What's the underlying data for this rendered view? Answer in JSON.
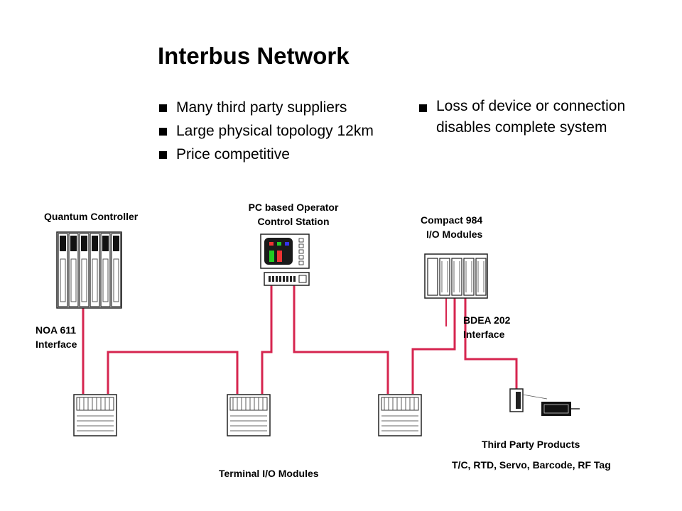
{
  "title": "Interbus Network",
  "bullets_left": [
    "Many third party suppliers",
    "Large physical topology 12km",
    "Price competitive"
  ],
  "bullets_right": [
    "Loss of device or connection disables complete system"
  ],
  "labels": {
    "quantum_controller": "Quantum Controller",
    "pc_station_line1": "PC based Operator",
    "pc_station_line2": "Control Station",
    "compact_line1": "Compact 984",
    "compact_line2": "I/O Modules",
    "noa_line1": "NOA 611",
    "noa_line2": "Interface",
    "bdea_line1": "BDEA 202",
    "bdea_line2": "Interface",
    "third_party": "Third Party Products",
    "third_party_types": "T/C, RTD, Servo, Barcode, RF Tag",
    "terminal_io": "Terminal I/O Modules"
  },
  "colors": {
    "bus": "#d6254f",
    "device": "#222222"
  }
}
